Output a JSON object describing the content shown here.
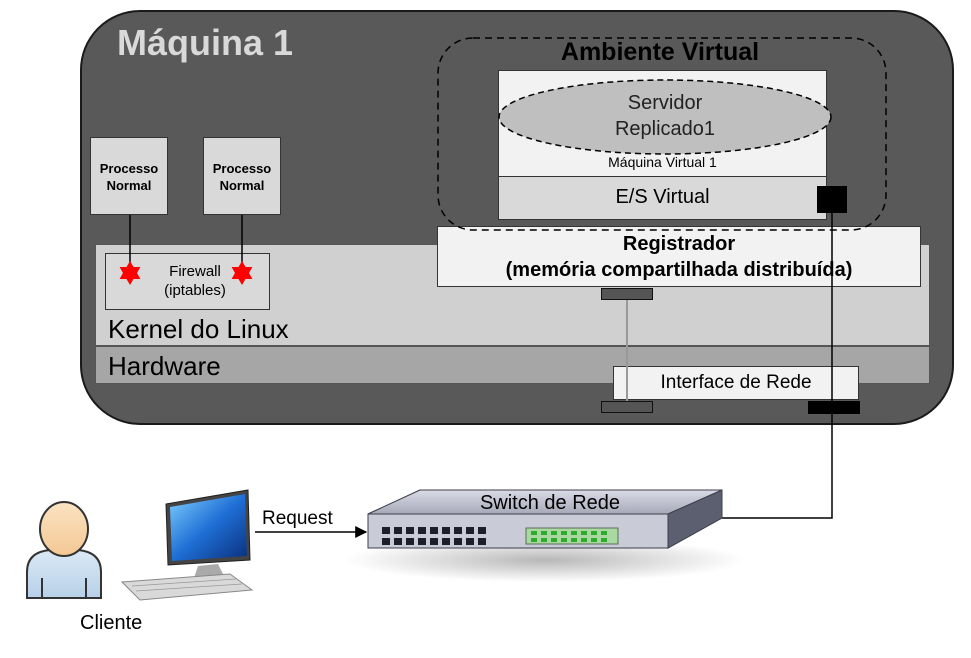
{
  "machine": {
    "title": "Máquina 1"
  },
  "processes": [
    {
      "line1": "Processo",
      "line2": "Normal"
    },
    {
      "line1": "Processo",
      "line2": "Normal"
    }
  ],
  "firewall": {
    "line1": "Firewall",
    "line2": "(iptables)"
  },
  "kernel": {
    "label": "Kernel do Linux"
  },
  "hardware": {
    "label": "Hardware"
  },
  "virtual_env": {
    "title": "Ambiente Virtual",
    "server_line1": "Servidor",
    "server_line2": "Replicado1",
    "vm_label": "Máquina Virtual 1",
    "es_label": "E/S Virtual"
  },
  "registrador": {
    "line1": "Registrador",
    "line2": "(memória compartilhada distribuída)"
  },
  "nic": {
    "label": "Interface de Rede"
  },
  "switch": {
    "label": "Switch de Rede"
  },
  "request": {
    "label": "Request"
  },
  "client": {
    "label": "Cliente"
  }
}
